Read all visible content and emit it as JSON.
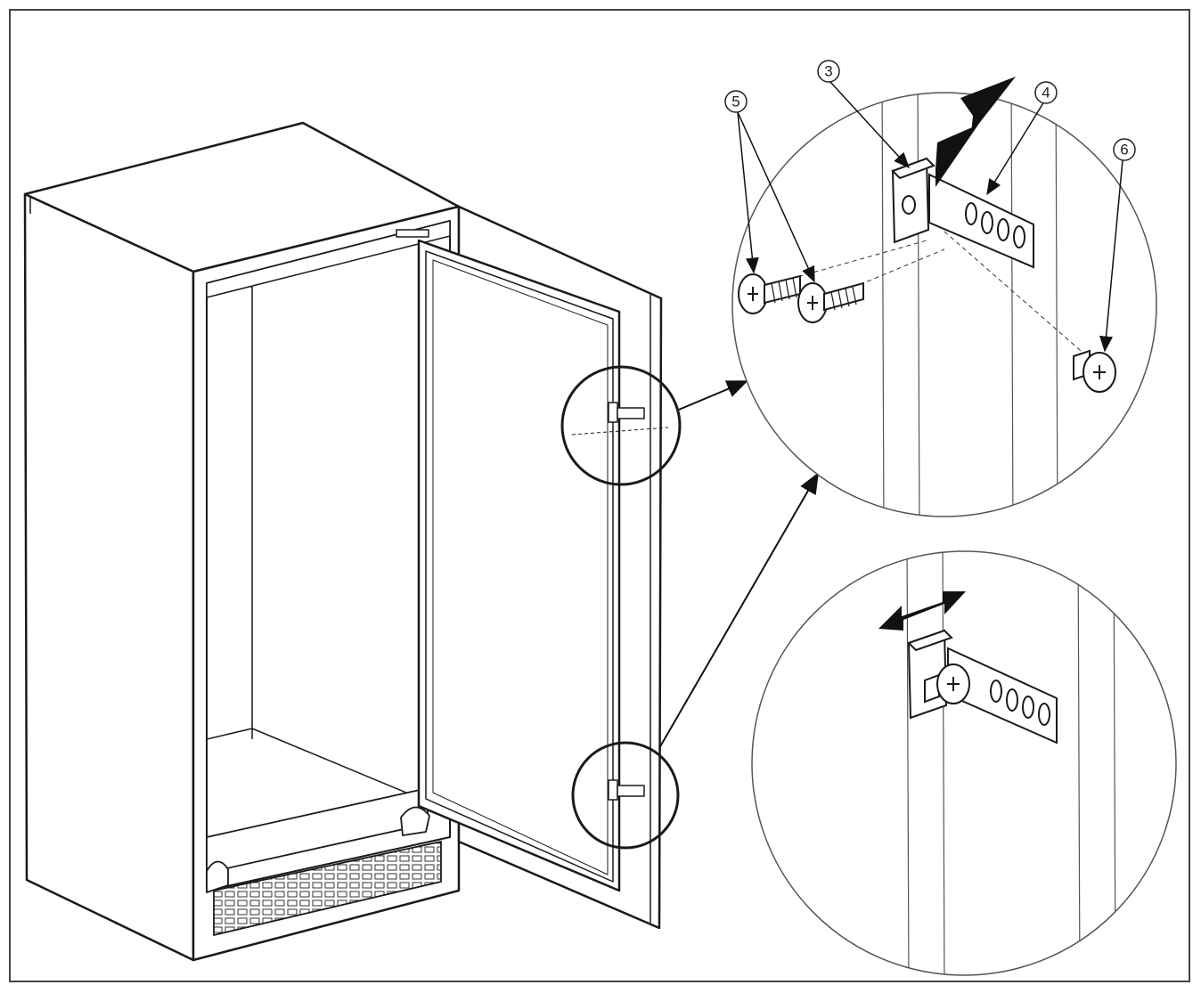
{
  "diagram": {
    "callouts": {
      "part_3": "3",
      "part_4": "4",
      "part_5": "5",
      "part_6": "6"
    },
    "colors": {
      "line": "#1a1a1a",
      "thin_line": "#555555",
      "fill": "#ffffff",
      "arrow_fill": "#111111",
      "frame": "#444444"
    }
  }
}
